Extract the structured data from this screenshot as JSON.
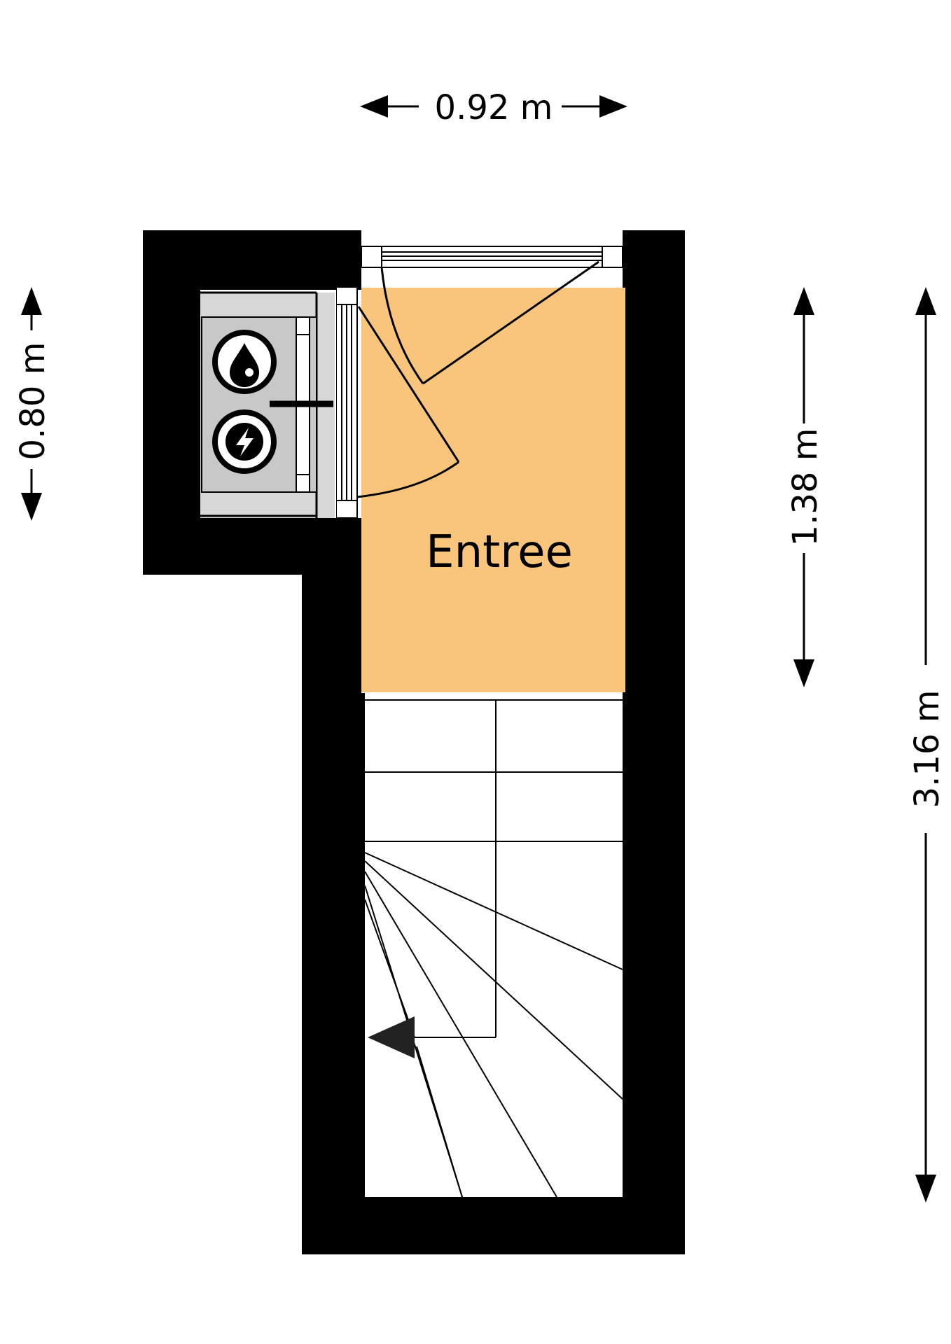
{
  "colors": {
    "wall": "#000000",
    "room_fill": "#f9c57c",
    "meter_fill": "#c8c8c8",
    "meter_box": "#d7d7d7",
    "stair_fill": "#ffffff",
    "arrow_fill": "#222222"
  },
  "room": {
    "label": "Entree"
  },
  "dimensions": {
    "top": "0.92 m",
    "left": "0.80 m",
    "right_inner": "1.38 m",
    "right_outer": "3.16 m"
  },
  "icons": {
    "gas_meter": "flame-drop-icon",
    "electric_meter": "lightning-bolt-icon",
    "stair_direction": "triangle-arrow-left-icon"
  }
}
